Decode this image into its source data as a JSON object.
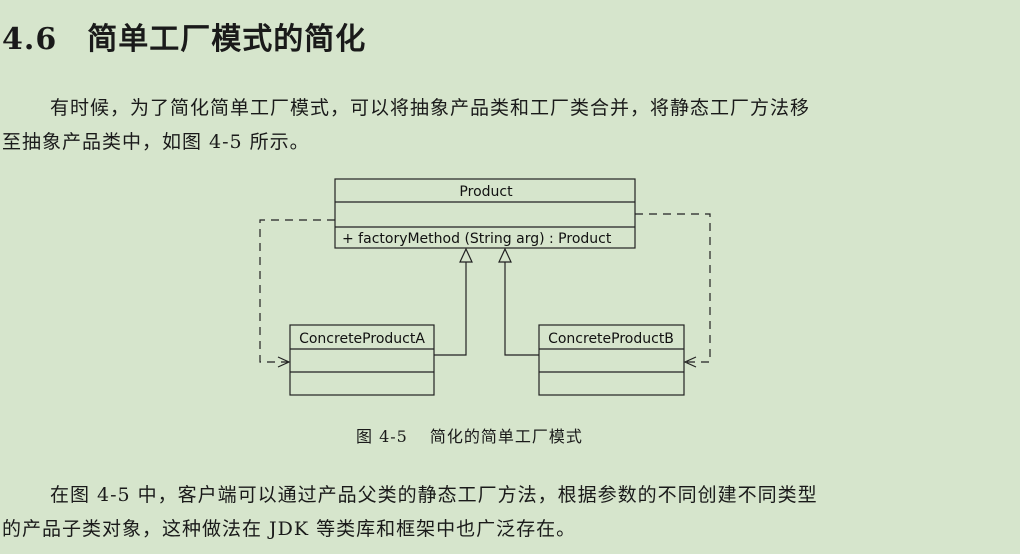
{
  "section": {
    "number": "4.6",
    "title": "简单工厂模式的简化"
  },
  "paragraph1": {
    "line1": "有时候，为了简化简单工厂模式，可以将抽象产品类和工厂类合并，将静态工厂方法移",
    "line2": "至抽象产品类中，如图 4-5 所示。"
  },
  "diagram": {
    "product_class": "Product",
    "product_method": "+  factoryMethod (String arg)  : Product",
    "concrete_a": "ConcreteProductA",
    "concrete_b": "ConcreteProductB"
  },
  "caption": {
    "label": "图 4-5",
    "text": "简化的简单工厂模式"
  },
  "paragraph2": {
    "line1": "在图 4-5 中，客户端可以通过产品父类的静态工厂方法，根据参数的不同创建不同类型",
    "line2": "的产品子类对象，这种做法在 JDK 等类库和框架中也广泛存在。"
  },
  "colors": {
    "page_background": "#d6e5cc",
    "line_color": "#222222"
  }
}
